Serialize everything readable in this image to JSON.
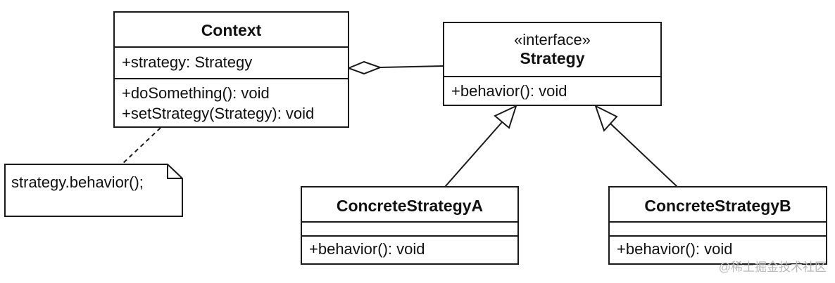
{
  "context": {
    "name": "Context",
    "attributes": [
      "+strategy: Strategy"
    ],
    "operations": [
      "+doSomething(): void",
      "+setStrategy(Strategy): void"
    ]
  },
  "strategy": {
    "stereotype": "«interface»",
    "name": "Strategy",
    "operations": [
      "+behavior(): void"
    ]
  },
  "concrete_a": {
    "name": "ConcreteStrategyA",
    "operations": [
      "+behavior(): void"
    ]
  },
  "concrete_b": {
    "name": "ConcreteStrategyB",
    "operations": [
      "+behavior(): void"
    ]
  },
  "note": {
    "text": "strategy.behavior();"
  },
  "watermark": "@稀土掘金技术社区"
}
